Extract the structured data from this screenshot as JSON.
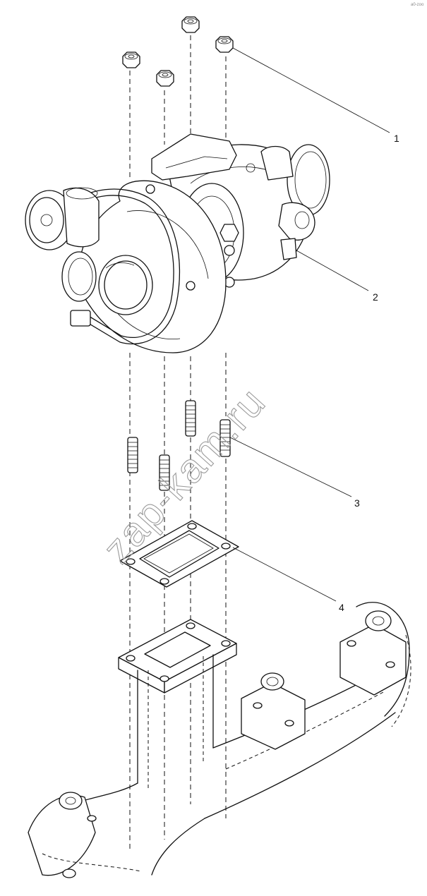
{
  "corner_mark": "a0-zoo",
  "watermark": "zap-kam.ru",
  "callouts": [
    {
      "label": "1",
      "part": "nut"
    },
    {
      "label": "2",
      "part": "turbocharger"
    },
    {
      "label": "3",
      "part": "stud"
    },
    {
      "label": "4",
      "part": "gasket"
    }
  ]
}
